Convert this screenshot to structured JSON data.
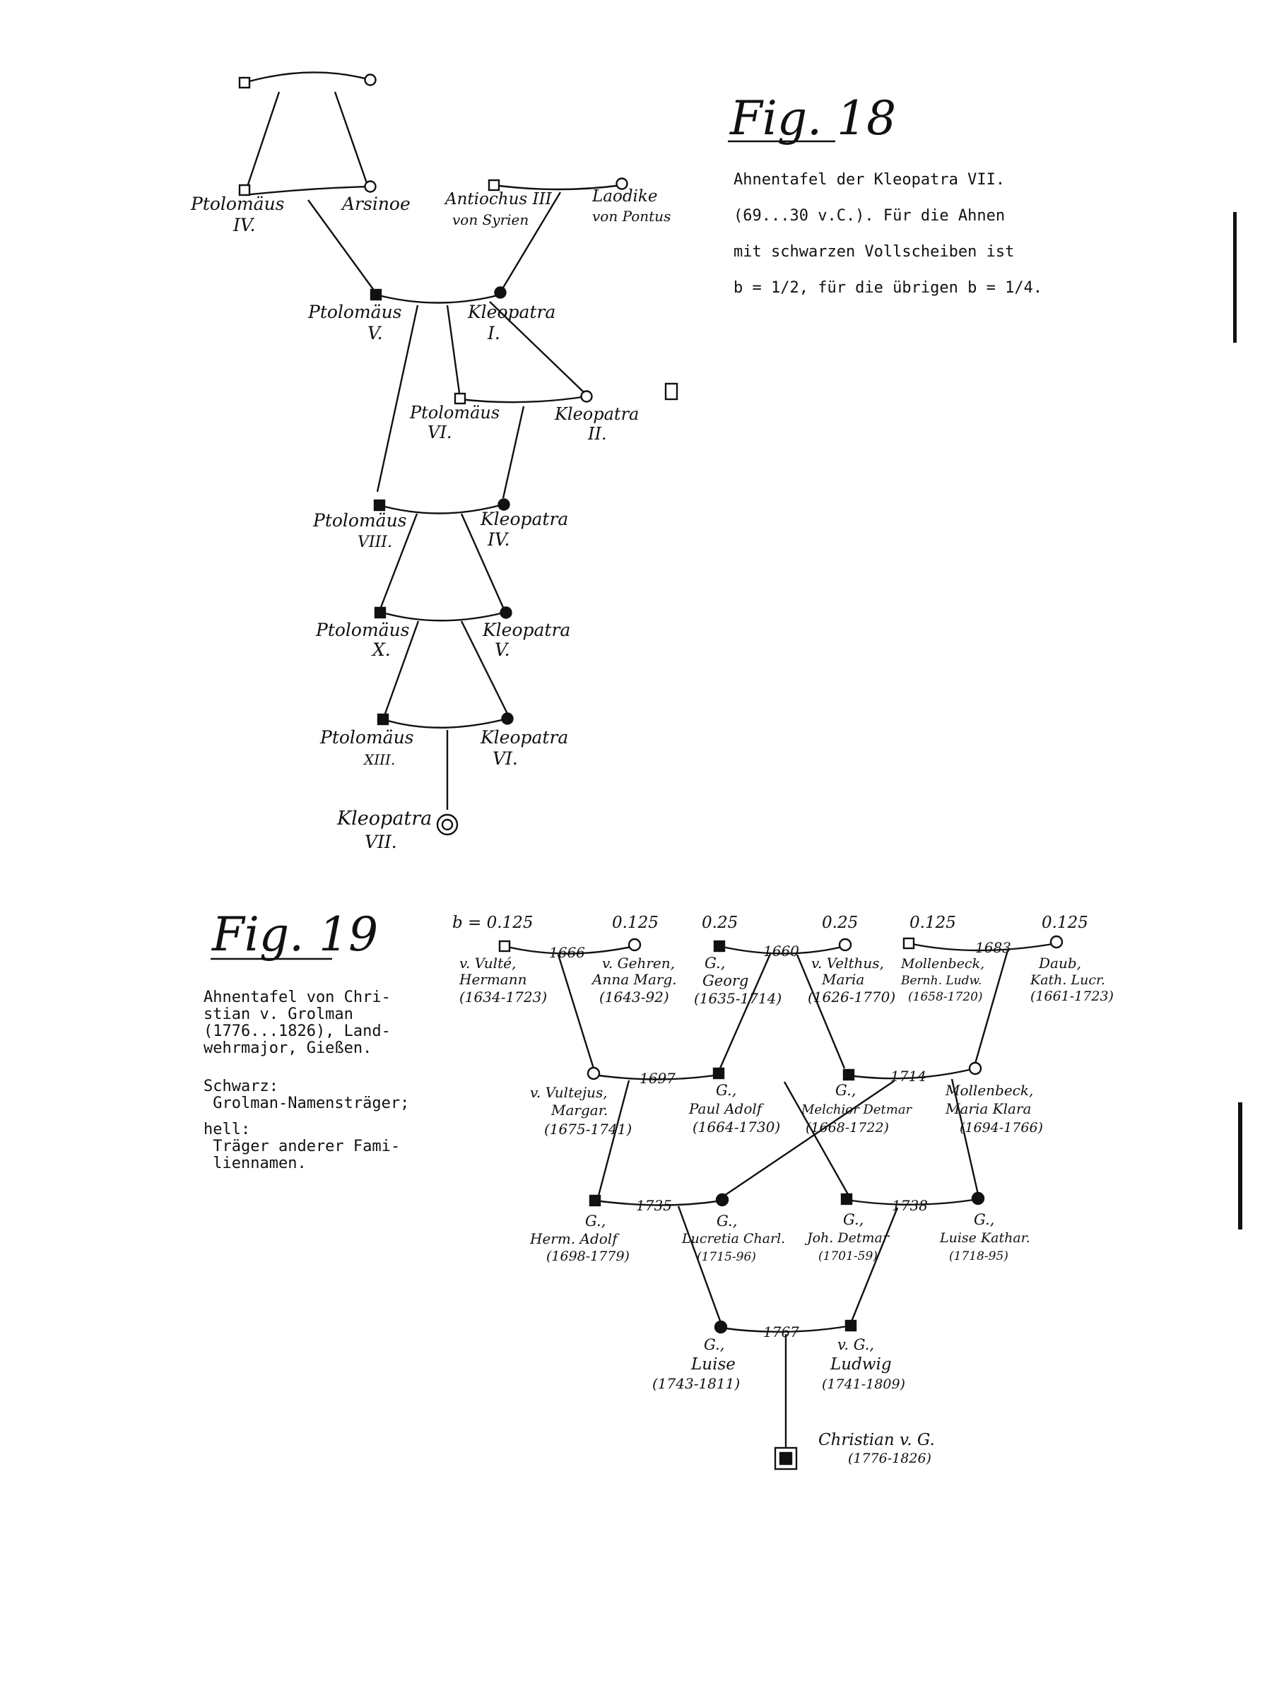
{
  "fig18": {
    "title": "Fig. 18",
    "caption": [
      "Ahnentafel der Kleopatra VII.",
      "(69...30 v.C.). Für die Ahnen",
      "mit schwarzen Vollscheiben ist",
      "b = 1/2, für die übrigen b = 1/4."
    ],
    "people": {
      "ptol4": "Ptolomäus",
      "ptol4n": "IV.",
      "arsinoe": "Arsinoe",
      "antiochus": "Antiochus III",
      "antiochus2": "von Syrien",
      "laodike": "Laodike",
      "laodike2": "von Pontus",
      "ptol5": "Ptolomäus",
      "ptol5n": "V.",
      "kleo1": "Kleopatra",
      "kleo1n": "I.",
      "ptol6": "Ptolomäus",
      "ptol6n": "VI.",
      "kleo2": "Kleopatra",
      "kleo2n": "II.",
      "ptol8": "Ptolomäus",
      "ptol8n": "VIII.",
      "kleo4": "Kleopatra",
      "kleo4n": "IV.",
      "ptol10": "Ptolomäus",
      "ptol10n": "X.",
      "kleo5": "Kleopatra",
      "kleo5n": "V.",
      "ptol13": "Ptolomäus",
      "ptol13n": "XIII.",
      "kleo6": "Kleopatra",
      "kleo6n": "VI.",
      "kleo7": "Kleopatra",
      "kleo7n": "VII."
    }
  },
  "fig19": {
    "title": "Fig. 19",
    "caption": [
      "Ahnentafel von Chri-",
      "stian v. Grolman",
      "(1776...1826), Land-",
      "wehrmajor, Gießen."
    ],
    "legend": [
      "Schwarz:",
      " Grolman-Namensträger;",
      "hell:",
      " Träger anderer Fami-",
      " liennamen."
    ],
    "b_values": [
      "b = 0.125",
      "0.125",
      "0.25",
      "0.25",
      "0.125",
      "0.125"
    ],
    "years": [
      "1666",
      "1660",
      "1683",
      "1697",
      "1714",
      "1735",
      "1738",
      "1767"
    ],
    "people": {
      "vulte": [
        "v. Vulté,",
        "Hermann",
        "(1634-1723)"
      ],
      "gehren": [
        "v. Gehren,",
        "Anna Marg.",
        "(1643-92)"
      ],
      "georg": [
        "G.,",
        "Georg",
        "(1635-1714)"
      ],
      "velthus": [
        "v. Velthus,",
        "Maria",
        "(1626-1770)"
      ],
      "mollenbeck1": [
        "Mollenbeck,",
        "Bernh. Ludw.",
        "(1658-1720)"
      ],
      "daub": [
        "Daub,",
        "Kath. Lucr.",
        "(1661-1723)"
      ],
      "vultejus": [
        "v. Vultejus,",
        "Margar.",
        "(1675-1741)"
      ],
      "pauladolf": [
        "G.,",
        "Paul Adolf",
        "(1664-1730)"
      ],
      "melchior": [
        "G.,",
        "Melchior Detmar",
        "(1668-1722)"
      ],
      "mollenbeck2": [
        "Mollenbeck,",
        "Maria Klara",
        "(1694-1766)"
      ],
      "hermadolf": [
        "G.,",
        "Herm. Adolf",
        "(1698-1779)"
      ],
      "lucretia": [
        "G.,",
        "Lucretia Charl.",
        "(1715-96)"
      ],
      "johdetmar": [
        "G.,",
        "Joh. Detmar",
        "(1701-59)"
      ],
      "luisekath": [
        "G.,",
        "Luise Kathar.",
        "(1718-95)"
      ],
      "luise": [
        "G.,",
        "Luise",
        "(1743-1811)"
      ],
      "ludwig": [
        "v. G.,",
        "Ludwig",
        "(1741-1809)"
      ],
      "christian": [
        "Christian v. G.",
        "(1776-1826)"
      ]
    }
  }
}
